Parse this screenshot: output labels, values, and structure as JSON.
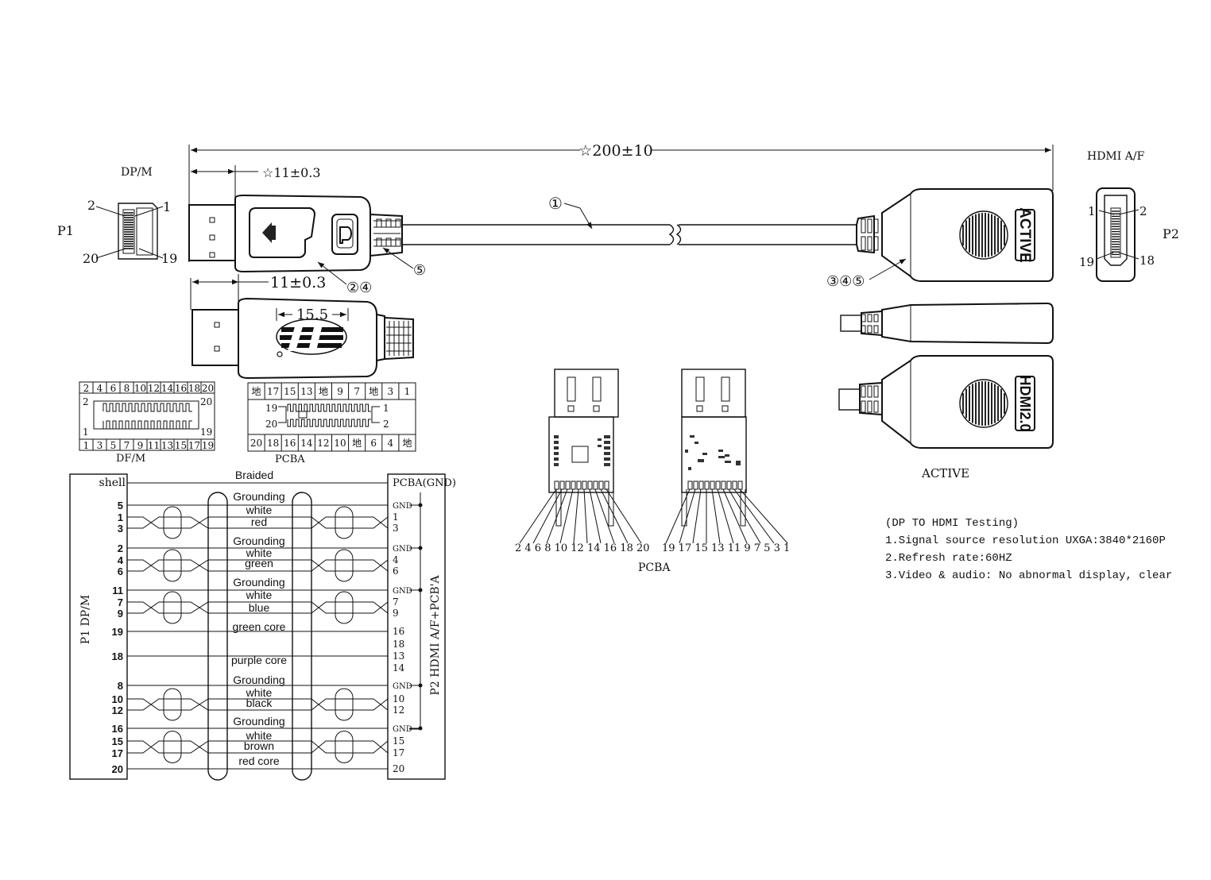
{
  "labels": {
    "dpm": "DP/M",
    "hdmi_af": "HDMI A/F",
    "p1": "P1",
    "p2": "P2",
    "dim_total": "☆200±10",
    "dim_11_top": "☆11±0.3",
    "dim_11_bottom": "11±0.3",
    "dim_15_5": "15.5",
    "callout_1": "①",
    "callout_24": "②④",
    "callout_5": "⑤",
    "callout_345": "③④⑤",
    "active_text": "ACTIVE",
    "hdmi20_text": "HDMI2.0",
    "active_caption": "ACTIVE",
    "dfm_caption": "DF/M",
    "pcba_caption": "PCBA",
    "pcba_center_caption": "PCBA",
    "dp_pin_2": "2",
    "dp_pin_1": "1",
    "dp_pin_20": "20",
    "dp_pin_19": "19",
    "hdmi_pin_1": "1",
    "hdmi_pin_2": "2",
    "hdmi_pin_19": "19",
    "hdmi_pin_18": "18"
  },
  "dfm_table": {
    "top_row": [
      "2",
      "4",
      "6",
      "8",
      "10",
      "12",
      "14",
      "16",
      "18",
      "20"
    ],
    "bottom_row": [
      "1",
      "3",
      "5",
      "7",
      "9",
      "11",
      "13",
      "15",
      "17",
      "19"
    ],
    "side_top_left": "2",
    "side_top_right": "20",
    "side_bottom_left": "1",
    "side_bottom_right": "19"
  },
  "pcba_table": {
    "top_row": [
      "地",
      "17",
      "15",
      "13",
      "地",
      "9",
      "7",
      "地",
      "3",
      "1"
    ],
    "bottom_row": [
      "20",
      "18",
      "16",
      "14",
      "12",
      "10",
      "地",
      "6",
      "4",
      "地"
    ],
    "side_19": "19",
    "side_1": "1",
    "side_20": "20",
    "side_2": "2"
  },
  "pcba_pin_rows": {
    "left": "2 4 6 8 10 12 14 16 18 20",
    "right": "19 17 15 13 11 9 7 5 3 1"
  },
  "wiring": {
    "left_title": "P1 DP/M",
    "right_title": "P2 HDMI A/F+PCB'A",
    "shell": "shell",
    "braided": "Braided",
    "pcba_gnd": "PCBA(GND)",
    "rows": [
      {
        "l": "5",
        "r": "GND",
        "w": "Grounding"
      },
      {
        "l": "1",
        "r": "1",
        "w": "white"
      },
      {
        "l": "3",
        "r": "3",
        "w": "red"
      },
      {
        "l": "2",
        "r": "GND",
        "w": "Grounding"
      },
      {
        "l": "4",
        "r": "4",
        "w": "white"
      },
      {
        "l": "6",
        "r": "6",
        "w": "green"
      },
      {
        "l": "11",
        "r": "GND",
        "w": "Grounding"
      },
      {
        "l": "7",
        "r": "7",
        "w": "white"
      },
      {
        "l": "9",
        "r": "9",
        "w": "blue"
      },
      {
        "l": "19",
        "r": "16",
        "w": "green core"
      },
      {
        "l": "",
        "r": "18",
        "w": ""
      },
      {
        "l": "18",
        "r": "13",
        "w": "purple core"
      },
      {
        "l": "",
        "r": "14",
        "w": ""
      },
      {
        "l": "8",
        "r": "GND",
        "w": "Grounding"
      },
      {
        "l": "10",
        "r": "10",
        "w": "white"
      },
      {
        "l": "12",
        "r": "12",
        "w": "black"
      },
      {
        "l": "16",
        "r": "GND",
        "w": "Grounding"
      },
      {
        "l": "15",
        "r": "15",
        "w": "white"
      },
      {
        "l": "17",
        "r": "17",
        "w": "brown"
      },
      {
        "l": "20",
        "r": "20",
        "w": "red core"
      }
    ]
  },
  "notes": {
    "title": "(DP TO HDMI Testing)",
    "line1": "1.Signal source resolution UXGA:3840*2160P",
    "line2": "2.Refresh rate:60HZ",
    "line3": "3.Video & audio: No abnormal display, clear"
  }
}
